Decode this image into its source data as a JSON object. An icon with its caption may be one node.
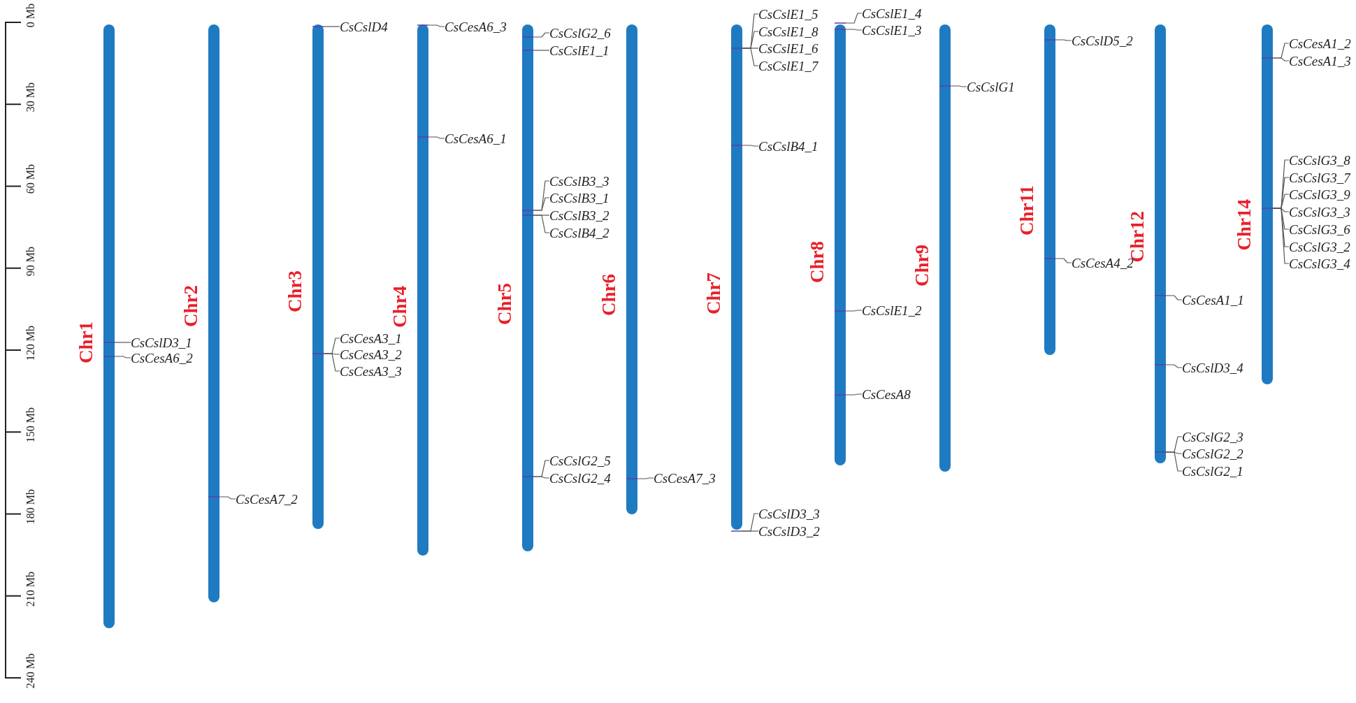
{
  "diagram": {
    "nodes": [
      {
        "text": [
          "Chr1"
        ]
      },
      {
        "text": [
          "CsCslD3_1"
        ]
      },
      {
        "text": [
          "CsCesA6_2"
        ]
      },
      {
        "text": [
          "Chr2"
        ]
      },
      {
        "text": [
          "CsCesA7_2"
        ]
      },
      {
        "text": [
          "Chr3"
        ]
      },
      {
        "text": [
          "CsCslD4"
        ]
      },
      {
        "text": [
          "CsCesA3_1"
        ]
      },
      {
        "text": [
          "CsCesA3_2"
        ]
      },
      {
        "text": [
          "CsCesA3_3"
        ]
      },
      {
        "text": [
          "Chr4"
        ]
      },
      {
        "text": [
          "CsCesA6_3"
        ]
      },
      {
        "text": [
          "CsCesA6_1"
        ]
      },
      {
        "text": [
          "Chr5"
        ]
      },
      {
        "text": [
          "CsCslG2_6"
        ]
      },
      {
        "text": [
          "CsCslE1_1"
        ]
      },
      {
        "text": [
          "CsCslB3_3"
        ]
      },
      {
        "text": [
          "CsCslB3_1"
        ]
      },
      {
        "text": [
          "CsCslB3_2"
        ]
      },
      {
        "text": [
          "CsCslB4_2"
        ]
      },
      {
        "text": [
          "CsCslG2_5"
        ]
      },
      {
        "text": [
          "CsCslG2_4"
        ]
      },
      {
        "text": [
          "Chr6"
        ]
      },
      {
        "text": [
          "CsCesA7_3"
        ]
      },
      {
        "text": [
          "Chr7"
        ]
      },
      {
        "text": [
          "CsCslE1_5"
        ]
      },
      {
        "text": [
          "CsCslE1_8"
        ]
      },
      {
        "text": [
          "CsCslE1_6"
        ]
      },
      {
        "text": [
          "CsCslE1_7"
        ]
      },
      {
        "text": [
          "CsCslB4_1"
        ]
      },
      {
        "text": [
          "CsCslD3_3"
        ]
      },
      {
        "text": [
          "CsCslD3_2"
        ]
      },
      {
        "text": [
          "Chr8"
        ]
      },
      {
        "text": [
          "CsCslE1_4"
        ]
      },
      {
        "text": [
          "CsCslE1_3"
        ]
      },
      {
        "text": [
          "CsCslE1_2"
        ]
      },
      {
        "text": [
          "CsCesA8"
        ]
      },
      {
        "text": [
          "Chr9"
        ]
      },
      {
        "text": [
          "CsCslG1"
        ]
      },
      {
        "text": [
          "Chr11"
        ]
      },
      {
        "text": [
          "CsCslD5_2"
        ]
      },
      {
        "text": [
          "CsCesA4_2"
        ]
      },
      {
        "text": [
          "Chr12"
        ]
      },
      {
        "text": [
          "CsCesA1_1"
        ]
      },
      {
        "text": [
          "CsCslD3_4"
        ]
      },
      {
        "text": [
          "CsCslG2_3"
        ]
      },
      {
        "text": [
          "CsCslG2_2"
        ]
      },
      {
        "text": [
          "CsCslG2_1"
        ]
      },
      {
        "text": [
          "Chr14"
        ]
      },
      {
        "text": [
          "CsCesA1_2"
        ]
      },
      {
        "text": [
          "CsCesA1_3"
        ]
      },
      {
        "text": [
          "CsCslG3_8"
        ]
      },
      {
        "text": [
          "CsCslG3_7"
        ]
      },
      {
        "text": [
          "CsCslG3_9"
        ]
      },
      {
        "text": [
          "CsCslG3_3"
        ]
      },
      {
        "text": [
          "CsCslG3_6"
        ]
      },
      {
        "text": [
          "CsCslG3_2"
        ]
      },
      {
        "text": [
          "CsCslG3_4"
        ]
      }
    ],
    "edges": [
      {
        "from": 1,
        "to": 0,
        "arrow": "none"
      },
      {
        "from": 2,
        "to": 0,
        "arrow": "none"
      },
      {
        "from": 4,
        "to": 3,
        "arrow": "none"
      },
      {
        "from": 6,
        "to": 5,
        "arrow": "none"
      },
      {
        "from": 7,
        "to": 5,
        "arrow": "none"
      },
      {
        "from": 8,
        "to": 5,
        "arrow": "none"
      },
      {
        "from": 9,
        "to": 5,
        "arrow": "none"
      },
      {
        "from": 11,
        "to": 10,
        "arrow": "none"
      },
      {
        "from": 12,
        "to": 10,
        "arrow": "none"
      },
      {
        "from": 14,
        "to": 13,
        "arrow": "none"
      },
      {
        "from": 15,
        "to": 13,
        "arrow": "none"
      },
      {
        "from": 16,
        "to": 13,
        "arrow": "none"
      },
      {
        "from": 17,
        "to": 13,
        "arrow": "none"
      },
      {
        "from": 18,
        "to": 13,
        "arrow": "none"
      },
      {
        "from": 19,
        "to": 13,
        "arrow": "none"
      },
      {
        "from": 20,
        "to": 13,
        "arrow": "none"
      },
      {
        "from": 21,
        "to": 13,
        "arrow": "none"
      },
      {
        "from": 23,
        "to": 22,
        "arrow": "none"
      },
      {
        "from": 25,
        "to": 24,
        "arrow": "none"
      },
      {
        "from": 26,
        "to": 24,
        "arrow": "none"
      },
      {
        "from": 27,
        "to": 24,
        "arrow": "none"
      },
      {
        "from": 28,
        "to": 24,
        "arrow": "none"
      },
      {
        "from": 29,
        "to": 24,
        "arrow": "none"
      },
      {
        "from": 30,
        "to": 24,
        "arrow": "none"
      },
      {
        "from": 31,
        "to": 24,
        "arrow": "none"
      },
      {
        "from": 33,
        "to": 32,
        "arrow": "none"
      },
      {
        "from": 34,
        "to": 32,
        "arrow": "none"
      },
      {
        "from": 35,
        "to": 32,
        "arrow": "none"
      },
      {
        "from": 36,
        "to": 32,
        "arrow": "none"
      },
      {
        "from": 38,
        "to": 37,
        "arrow": "none"
      },
      {
        "from": 40,
        "to": 39,
        "arrow": "none"
      },
      {
        "from": 41,
        "to": 39,
        "arrow": "none"
      },
      {
        "from": 43,
        "to": 42,
        "arrow": "none"
      },
      {
        "from": 44,
        "to": 42,
        "arrow": "none"
      },
      {
        "from": 45,
        "to": 42,
        "arrow": "none"
      },
      {
        "from": 46,
        "to": 42,
        "arrow": "none"
      },
      {
        "from": 47,
        "to": 42,
        "arrow": "none"
      },
      {
        "from": 49,
        "to": 48,
        "arrow": "none"
      },
      {
        "from": 50,
        "to": 48,
        "arrow": "none"
      },
      {
        "from": 51,
        "to": 48,
        "arrow": "none"
      },
      {
        "from": 52,
        "to": 48,
        "arrow": "none"
      },
      {
        "from": 53,
        "to": 48,
        "arrow": "none"
      },
      {
        "from": 54,
        "to": 48,
        "arrow": "none"
      },
      {
        "from": 55,
        "to": 48,
        "arrow": "none"
      },
      {
        "from": 56,
        "to": 48,
        "arrow": "none"
      },
      {
        "from": 57,
        "to": 48,
        "arrow": "none"
      }
    ],
    "labels": [
      "0 Mb",
      "30 Mb",
      "60 Mb",
      "90 Mb",
      "120 Mb",
      "150 Mb",
      "180 Mb",
      "210 Mb",
      "240 Mb"
    ]
  }
}
